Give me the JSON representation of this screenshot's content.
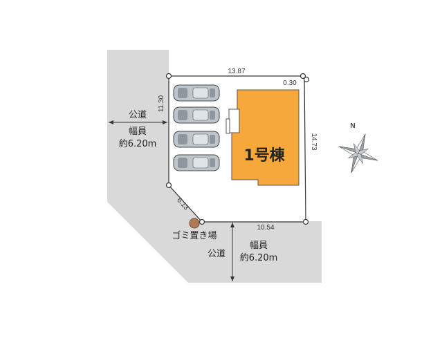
{
  "site": {
    "building_label": "1号棟",
    "dimensions": {
      "top": "13.87",
      "top_right_corner": "0.30",
      "right": "14.73",
      "left": "11.30",
      "corner_cut": "6.13",
      "bottom": "10.54"
    },
    "parking_spaces": 4,
    "garbage_point_label": "ゴミ置き場"
  },
  "roads": {
    "west": {
      "name": "公道",
      "width_label": "幅員",
      "width_value": "約6.20m"
    },
    "south": {
      "name": "公道",
      "width_label": "幅員",
      "width_value": "約6.20m"
    }
  },
  "compass": {
    "north_label": "N"
  },
  "colors": {
    "road": "#d9d9d9",
    "building": "#f7a83b",
    "lot_line": "#333333",
    "garbage_point": "#b07a55"
  }
}
